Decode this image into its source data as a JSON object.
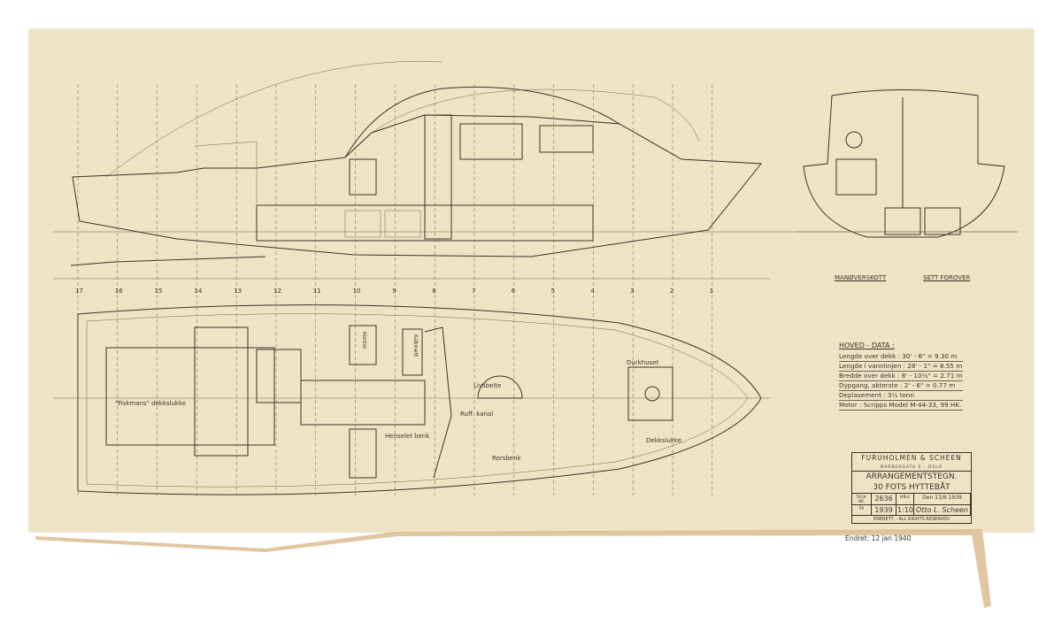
{
  "drawing": {
    "frame_numbers": [
      "17",
      "16",
      "15",
      "14",
      "13",
      "12",
      "11",
      "10",
      "9",
      "8",
      "7",
      "6",
      "5",
      "4",
      "3",
      "2",
      "1"
    ],
    "section_labels": {
      "bulkhead": "MANØVERSKOTT",
      "view": "SETT FOROVER"
    },
    "plan_labels": [
      "\"Fiskmans\" dekkslukke",
      "Ruff. kanal",
      "Kontor",
      "Kabinett",
      "Livsbelte",
      "Durkhuset",
      "Dekkslukke",
      "Henselet benk",
      "Rorsbenk"
    ],
    "hoved_data": {
      "title": "HOVED - DATA :",
      "rows": [
        "Lengde over dekk :  30' - 6\"  = 9.30 m",
        "Lengde i vannlinjen :  28' - 1\"  = 8.55 m",
        "Bredde over dekk :  8' - 10½\"  = 2.71 m",
        "Dypgang, akterste :  2' - 6\"  = 0.77 m",
        "Deplasement :  3½ tonn",
        "Motor : Scripps Model M-44-33, 99 HK."
      ]
    },
    "title_block": {
      "firm": "FURUHOLMEN & SCHEEN",
      "subline": "BARBERGATA 5 · OSLO",
      "title1": "ARRANGEMENTSTEGN.",
      "title2": "30 FOTS HYTTEBÅT",
      "number_label": "TEGN. NR.",
      "number": "2636",
      "scale_label": "MÅLE",
      "scale": "1:10",
      "year_label": "ÅR",
      "year": "1939",
      "date": "Den 13/6 1939",
      "signature": "Otto L. Scheen",
      "rights": "ENERETT – ALL RIGHTS RESERVED"
    },
    "footer_note": "Endret: 12 jan 1940"
  }
}
